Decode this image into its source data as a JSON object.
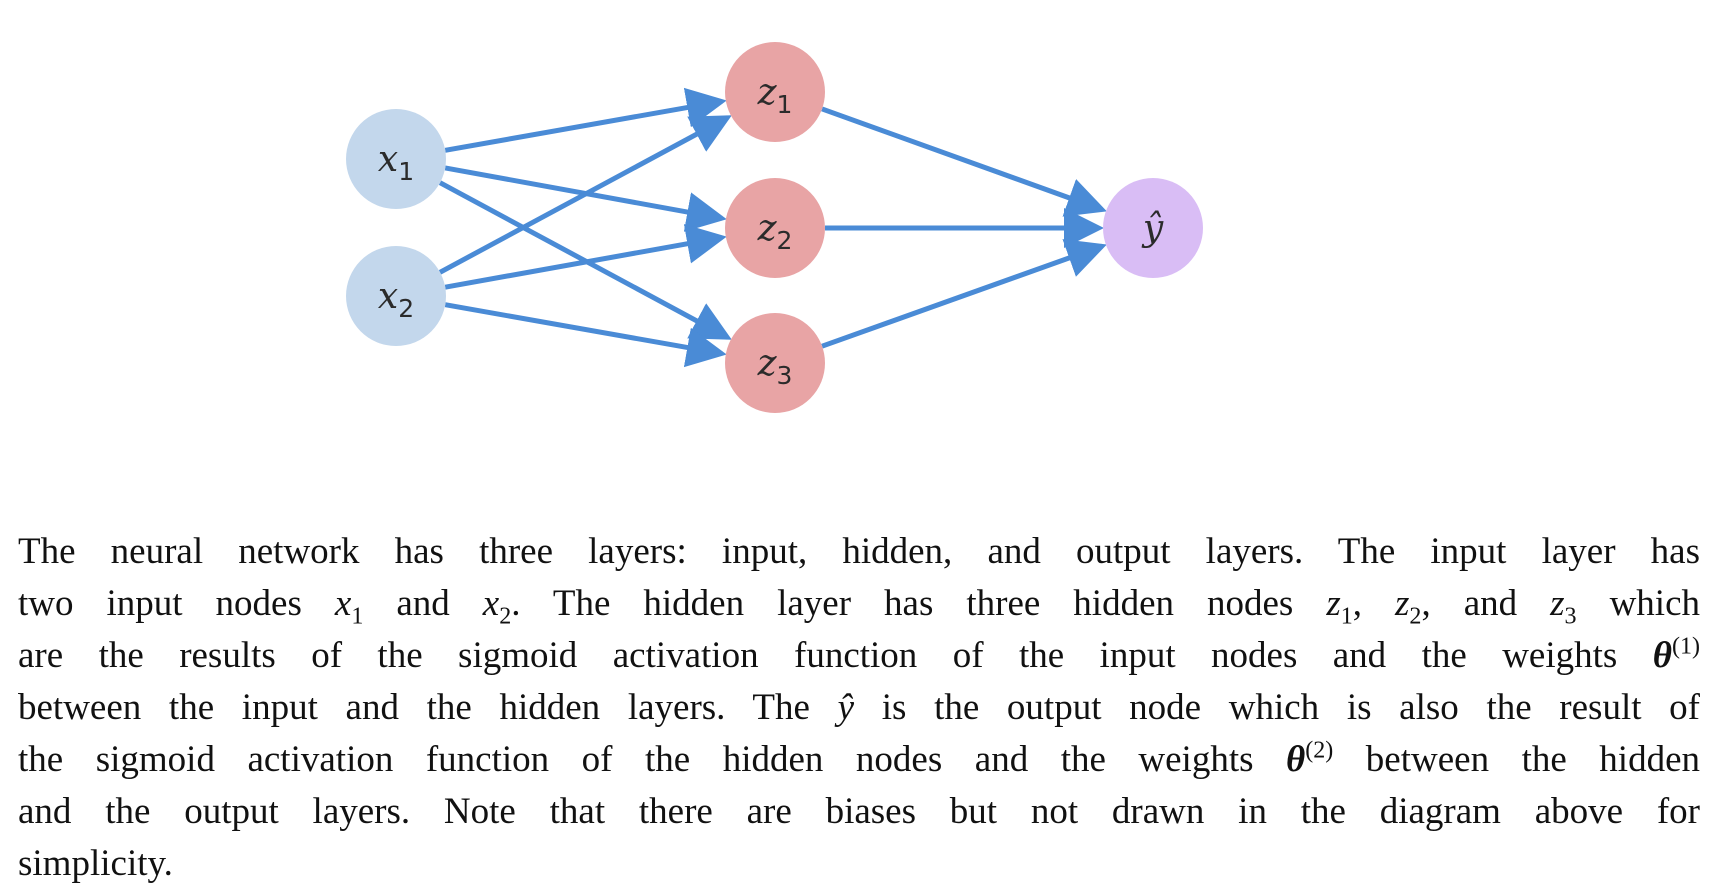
{
  "diagram": {
    "colors": {
      "input": "#c3d7ec",
      "hidden": "#e8a4a5",
      "output": "#d9bdf5",
      "edge": "#4a8bd6"
    },
    "nodes": {
      "x1": {
        "base": "x",
        "sub": "1"
      },
      "x2": {
        "base": "x",
        "sub": "2"
      },
      "z1": {
        "base": "z",
        "sub": "1"
      },
      "z2": {
        "base": "z",
        "sub": "2"
      },
      "z3": {
        "base": "z",
        "sub": "3"
      },
      "yhat": {
        "base": "ŷ",
        "sub": ""
      }
    },
    "edges": [
      [
        "x1",
        "z1"
      ],
      [
        "x1",
        "z2"
      ],
      [
        "x1",
        "z3"
      ],
      [
        "x2",
        "z1"
      ],
      [
        "x2",
        "z2"
      ],
      [
        "x2",
        "z3"
      ],
      [
        "z1",
        "yhat"
      ],
      [
        "z2",
        "yhat"
      ],
      [
        "z3",
        "yhat"
      ]
    ]
  },
  "caption": {
    "line1": "The neural network has three layers: input, hidden, and output layers. The input layer has",
    "line2_a": "two input nodes ",
    "line2_x": "x",
    "line2_x1_sub": "1",
    "line2_b": " and ",
    "line2_x2_sub": "2",
    "line2_c": ". The hidden layer has three hidden nodes ",
    "line2_z": "z",
    "line2_z1_sub": "1",
    "line2_z2_sub": "2",
    "line2_d": ", and ",
    "line2_z3_sub": "3",
    "line2_e": " which",
    "line3_a": "are the results of the sigmoid activation function of the input nodes and the weights ",
    "theta": "θ",
    "sup1": "(1)",
    "line4_a": "between the input and the hidden layers. The ",
    "yhat": "ŷ",
    "line4_b": " is the output node which is also the result of",
    "line5_a": "the sigmoid activation function of the hidden nodes and the weights ",
    "sup2": "(2)",
    "line5_b": " between the hidden",
    "line6": "and the output layers. Note that there are biases but not drawn in the diagram above for",
    "line7": "simplicity."
  }
}
